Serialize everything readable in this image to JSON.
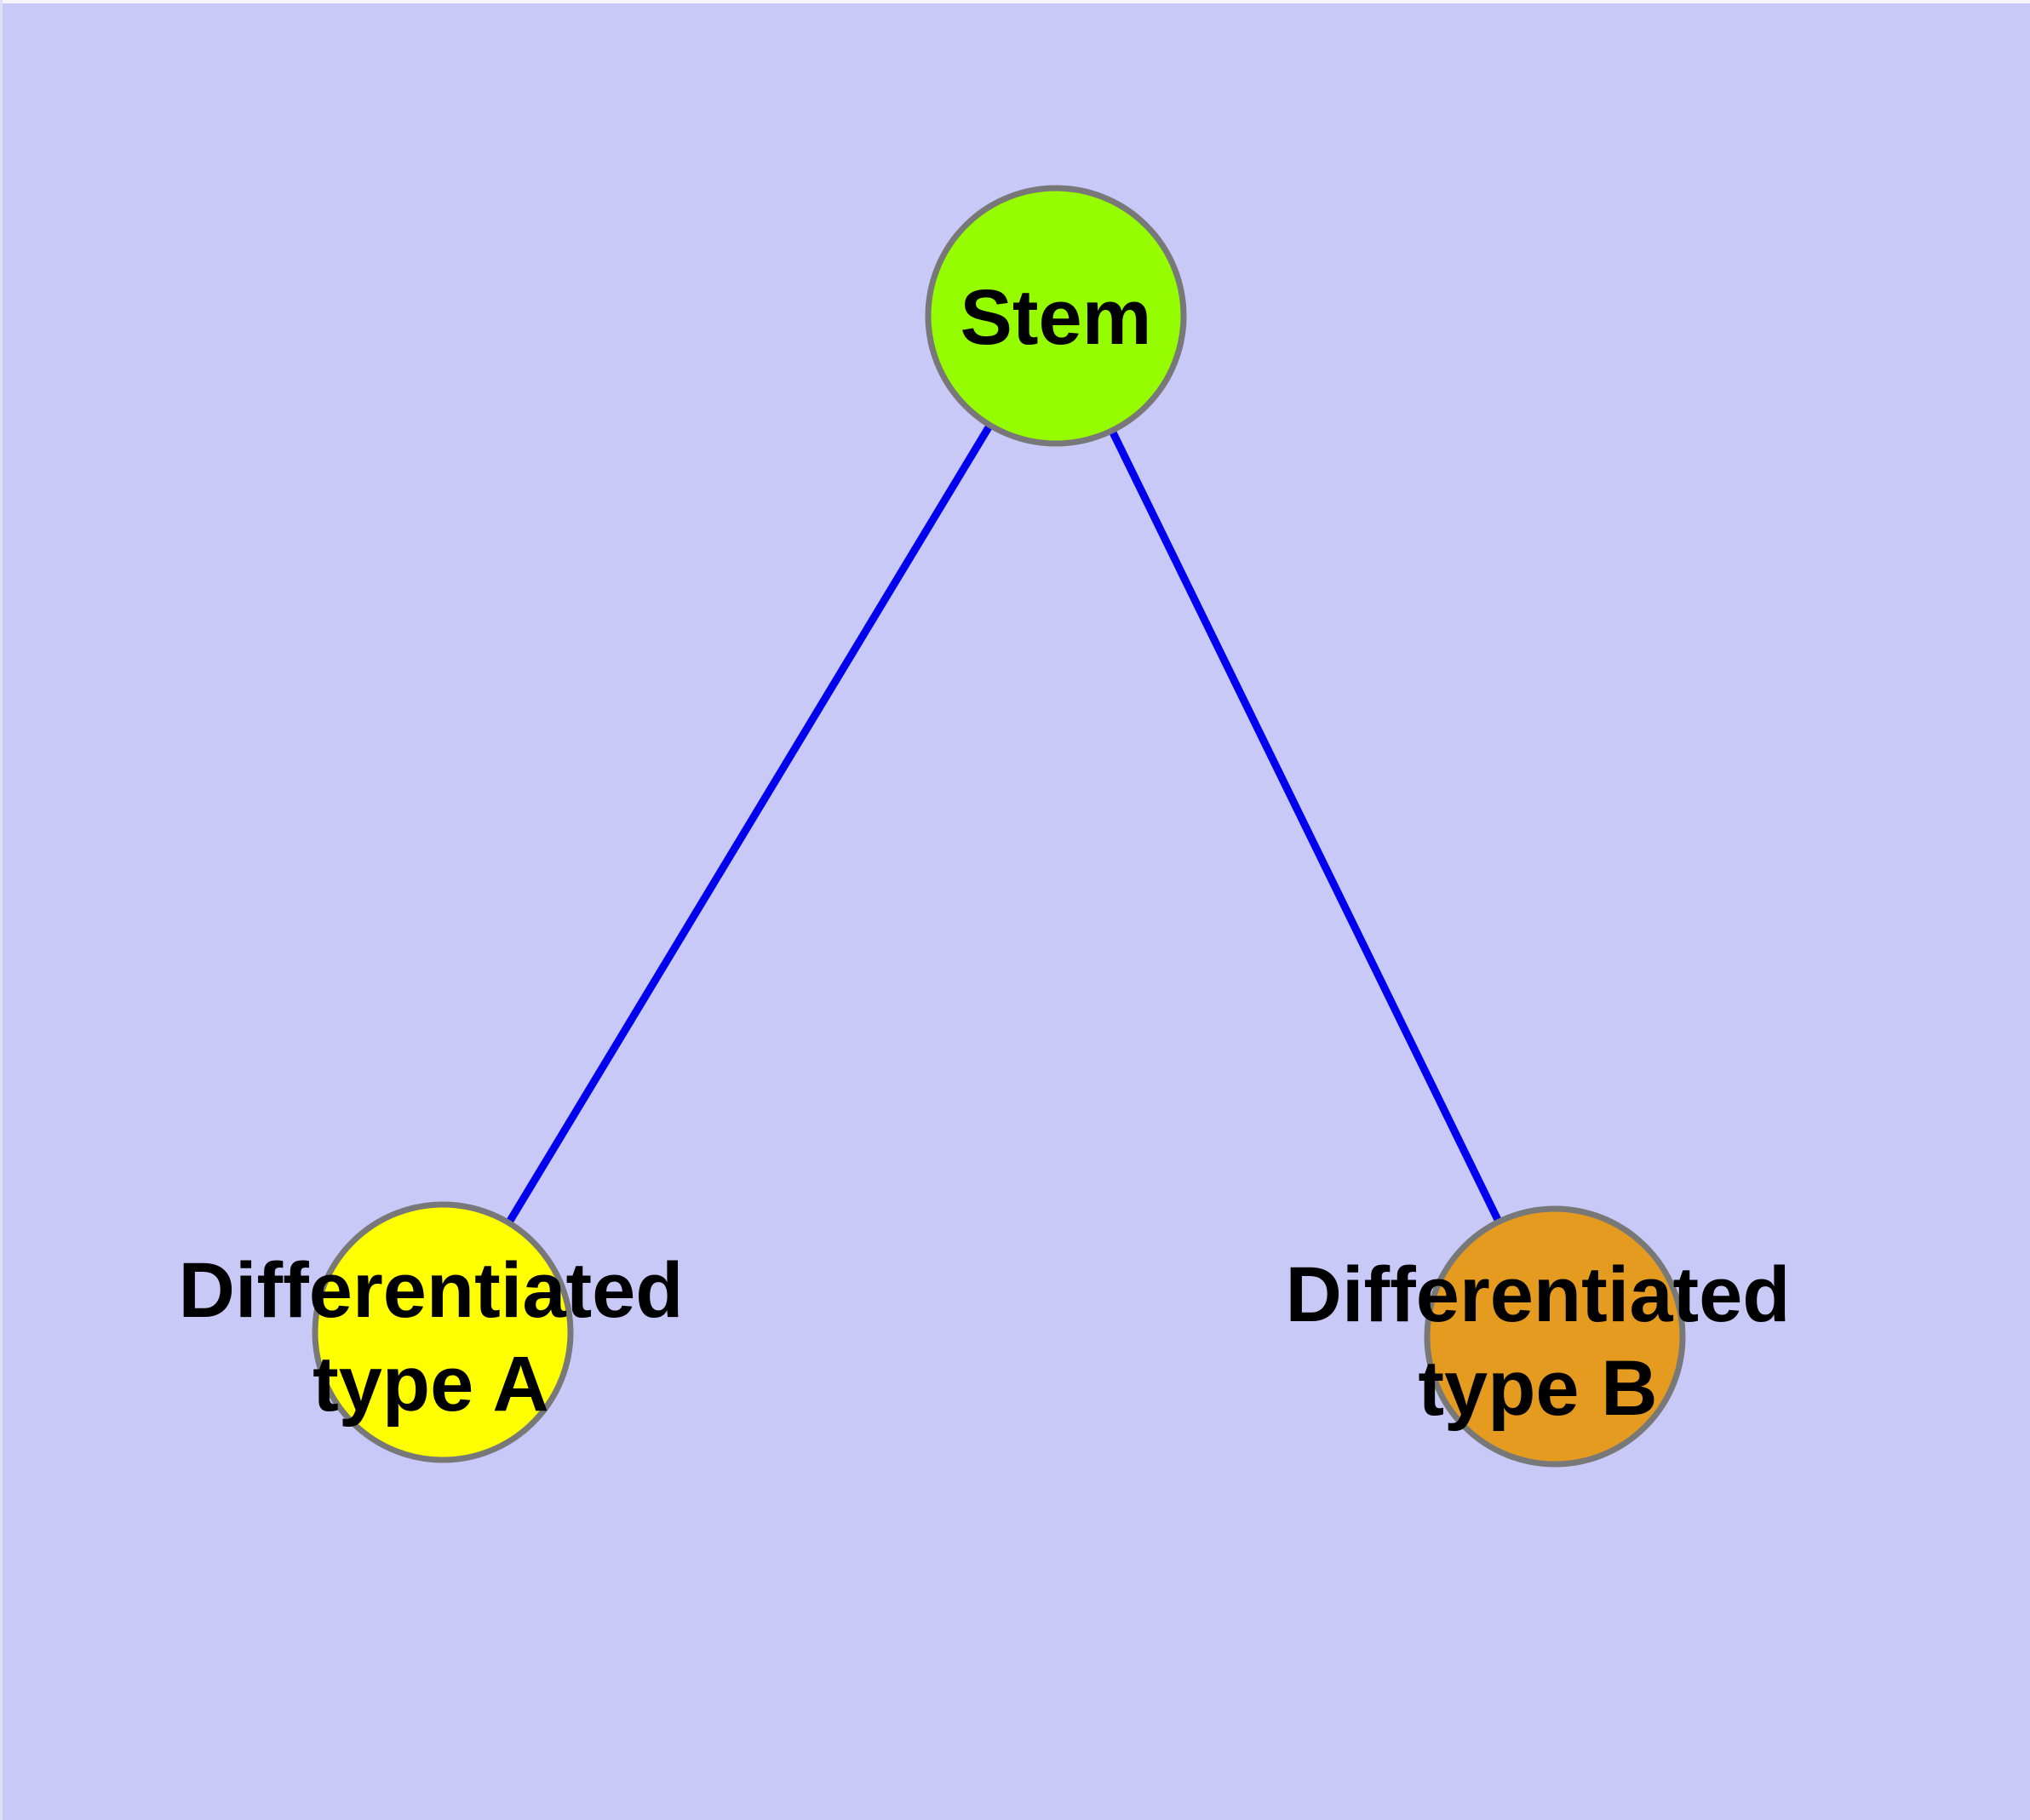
{
  "background_color": "#c9c9f8",
  "window": {
    "top_edge_color": "#f6f6fd",
    "left_edge_color": "#dedef6"
  },
  "diagram": {
    "text_color": "#000000",
    "node_stroke_color": "#787878",
    "edge_color": "#0000ee",
    "nodes": [
      {
        "id": "stem",
        "label": "Stem",
        "fill": "#96fc00"
      },
      {
        "id": "differentiated-type-a",
        "line1": "Differentiated",
        "line2": "type A",
        "fill": "#ffff00"
      },
      {
        "id": "differentiated-type-b",
        "line1": "Differentiated",
        "line2": "type B",
        "fill": "#e49b1f"
      }
    ],
    "edges": [
      {
        "from": "Stem",
        "to": "Differentiated type A",
        "color": "#0000ee"
      },
      {
        "from": "Stem",
        "to": "Differentiated type B",
        "color": "#0000ee"
      }
    ]
  }
}
